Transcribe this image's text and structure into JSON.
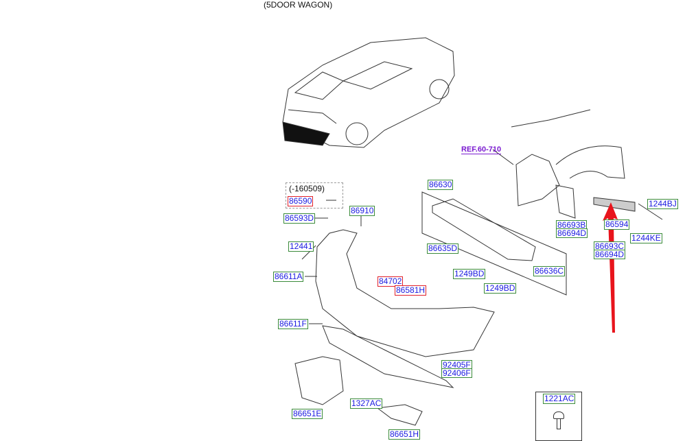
{
  "title": "(5DOOR WAGON)",
  "ref_label": "REF.60-710",
  "date_note": "(-160509)",
  "labels": {
    "p86590": "86590",
    "p86593D": "86593D",
    "p86910": "86910",
    "p12441": "12441",
    "p86611A": "86611A",
    "p84702": "84702",
    "p86581H": "86581H",
    "p86611F": "86611F",
    "p86630": "86630",
    "p86635D": "86635D",
    "p1249BD_a": "1249BD",
    "p1249BD_b": "1249BD",
    "p86636C": "86636C",
    "p86693B": "86693B",
    "p86694D_a": "86694D",
    "p86594": "86594",
    "p86693C": "86693C",
    "p86694D_b": "86694D",
    "p1244BJ": "1244BJ",
    "p1244KE": "1244KE",
    "p92405F": "92405F",
    "p92406F": "92406F",
    "p86651E": "86651E",
    "p1327AC": "1327AC",
    "p86651H": "86651H",
    "p1221AC": "1221AC"
  },
  "colors": {
    "label_text": "#1a1ae0",
    "label_border": "#3a8a3a",
    "highlight_border": "#e0202a",
    "arrow": "#e8141c",
    "ref": "#7a1ad0"
  }
}
